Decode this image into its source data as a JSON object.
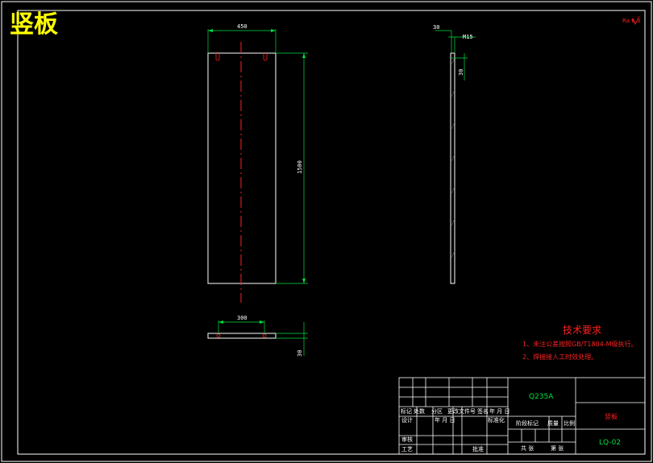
{
  "drawing": {
    "title": "竖板",
    "corner_mark": "Ra 6.3",
    "colors": {
      "background": "#000000",
      "outline": "#ffffff",
      "dimension": "#00e040",
      "centerline": "#ff2020",
      "title": "#ffff00"
    },
    "dimensions": {
      "front_width": "450",
      "front_height": "1500",
      "side_top": "30",
      "side_thread": "M15",
      "side_depth": "30",
      "top_width": "300",
      "top_thickness": "30"
    },
    "tech_req": {
      "heading": "技术要求",
      "line1": "1、未注公差按照GB/T1804-M级执行。",
      "line2": "2、焊接接人工时效处理。"
    },
    "title_block": {
      "material": "Q235A",
      "part_name": "竖板",
      "drawing_no": "LQ-02",
      "header_row": [
        "标记",
        "处数",
        "分区",
        "更改文件号",
        "签名",
        "年 月 日"
      ],
      "design": "设计",
      "standardize": "标准化",
      "year_month_day": "年 月 日",
      "stage_mark": "阶段标记",
      "weight": "质量",
      "scale": "比例",
      "review": "审核",
      "craft": "工艺",
      "approve": "批准",
      "total_sheets": "共 张",
      "sheet_no": "第 张"
    }
  }
}
